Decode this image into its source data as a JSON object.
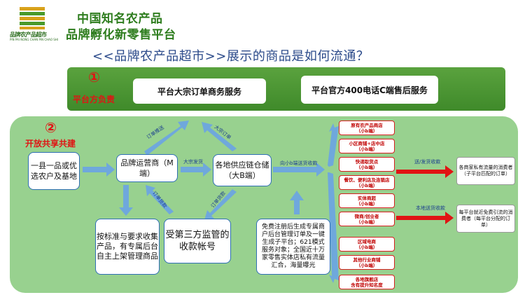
{
  "header": {
    "title_line1": "中国知名农产品",
    "title_line2": "品牌孵化新零售平台",
    "logo_text": "品牌农产品超市",
    "logo_subtext": "PIN PAI NONG CHAN PIN CHAO SHI"
  },
  "question": "<<品牌农产品超市>>展示的商品是如何流通？",
  "section1": {
    "number": "①",
    "label": "平台方负责",
    "services": [
      "平台大宗订单商务服务",
      "平台官方400电话C端售后服务"
    ]
  },
  "section2": {
    "number": "②",
    "label": "开放共享共建",
    "origin": "一县一品或优选农户及基地",
    "m_center": "品牌运营商（M端）",
    "b_warehouse": "各地供应链仓储（大B端）",
    "standard_box": "按标准与要求收集产品，有专属后台自主上架管理商品",
    "supervise_box": "受第三方监管的收款帐号",
    "free_register_box": "免费注册后生成专属商户后台管理订单及一键生成子平台；621模式服务对象；全国近十万家零售实体店私有流量汇合，海量曝光",
    "edge_labels": {
      "order_push": "订单推送",
      "bulk_order": "大宗订单",
      "bulk_ship": "大宗发货",
      "order_payment_left": "订单货款",
      "order_payment_right": "订单货款",
      "b_to_small_b": "向小b端送货收款",
      "ship_collect": "送/发货收款",
      "local_ship_collect": "本地送货收款"
    },
    "channels": [
      {
        "name": "原有农产品商店",
        "tag": "（小b端）"
      },
      {
        "name": "小区商铺+店中店",
        "tag": "（小b端）"
      },
      {
        "name": "快递取货点",
        "tag": "（小b端）"
      },
      {
        "name": "餐饮、便利店及连锁店",
        "tag": "（小b端）"
      },
      {
        "name": "实体商超",
        "tag": "（小b端）"
      },
      {
        "name": "微商/创业者",
        "tag": "（小b端）"
      },
      {
        "name": "区域电商",
        "tag": "（小b端）"
      },
      {
        "name": "其他行业商铺",
        "tag": "（小b端）"
      },
      {
        "name": "各地旗舰店",
        "tag": "含有提升知名度"
      }
    ],
    "consumers": [
      "各商家私有流量的消费者（子平台匹配的订单）",
      "每平台就近免费引流的消费者（每平台分配的订单）"
    ]
  },
  "colors": {
    "title_green": "#2e7d1e",
    "question_blue": "#2b4a8a",
    "panel1_green": "#4a9530",
    "panel2_green": "#98d18f",
    "alert_red": "#e01414",
    "arrow_blue": "#6fa8dc",
    "box_border_blue": "#2f6fb5"
  }
}
